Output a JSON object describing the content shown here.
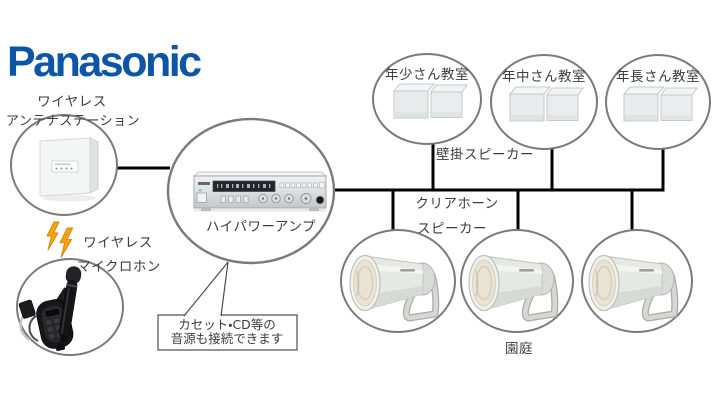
{
  "brand": {
    "logo_text": "Panasonic"
  },
  "diagram": {
    "antenna_station": {
      "label_line1": "ワイヤレス",
      "label_line2": "アンテナステーション"
    },
    "wireless_microphone": {
      "label_line1": "ワイヤレス",
      "label_line2": "マイクロホン"
    },
    "amplifier": {
      "label": "ハイパワーアンプ"
    },
    "classrooms": [
      {
        "label": "年少さん教室"
      },
      {
        "label": "年中さん教室"
      },
      {
        "label": "年長さん教室"
      }
    ],
    "wall_speaker_label": "壁掛スピーカー",
    "horn_speaker_label_line1": "クリアホーン",
    "horn_speaker_label_line2": "スピーカー",
    "playground_label": "園庭",
    "callout": {
      "line1": "カセット・CD等の",
      "line2": "音源も接続できます"
    }
  },
  "icons": {
    "wireless_signal": "lightning-bolts",
    "wall_speaker": "box-speaker-pair",
    "horn_speaker": "horn-loudspeaker",
    "amplifier": "rack-amplifier",
    "antenna_station": "wall-plate-antenna",
    "microphone": "handheld-mic-and-beltpack"
  },
  "colors": {
    "logo_blue": "#0d55a6",
    "connection_line": "#000000",
    "circle_outline": "#7a7a7a",
    "lightning_orange": "#f7a40a",
    "text": "#3d3d3d"
  }
}
